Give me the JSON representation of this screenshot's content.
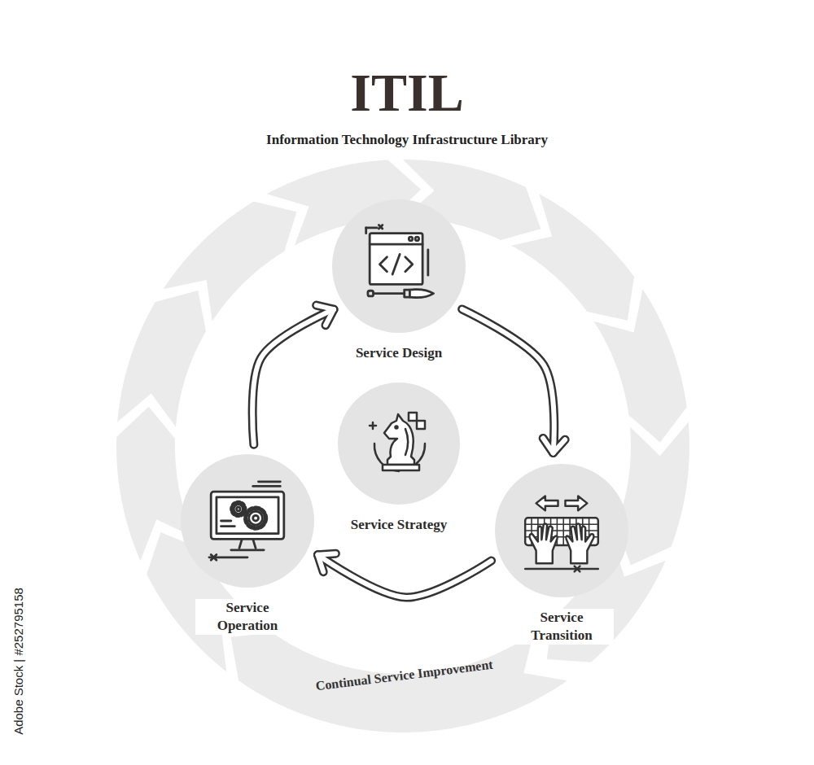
{
  "diagram": {
    "title": "ITIL",
    "nodes": [
      {
        "text": [
          "Service Design"
        ]
      },
      {
        "text": [
          "Service Strategy"
        ]
      },
      {
        "text": [
          "Service Transition"
        ]
      },
      {
        "text": [
          "Service Operation"
        ]
      }
    ],
    "edges": [
      {
        "from": 0,
        "to": 2,
        "arrow": "to"
      },
      {
        "from": 2,
        "to": 3,
        "arrow": "to"
      },
      {
        "from": 3,
        "to": 0,
        "arrow": "to"
      }
    ],
    "labels": [
      "Information Technology Infrastructure Library",
      "Continual Service Improvement",
      "Adobe Stock | #252795158"
    ]
  }
}
